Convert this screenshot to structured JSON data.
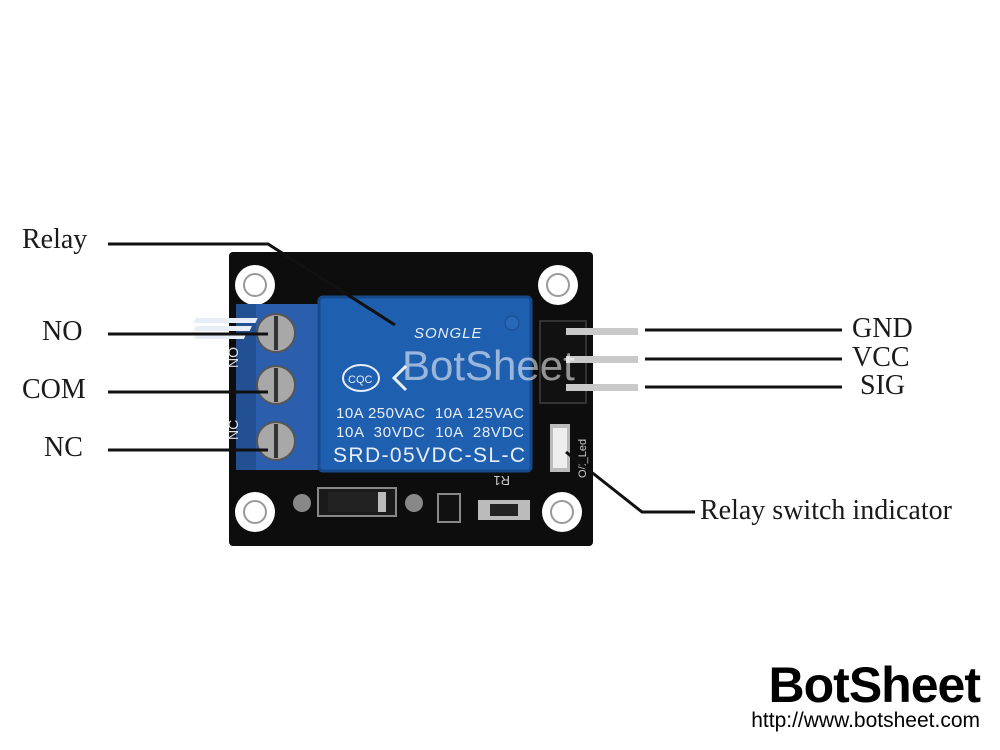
{
  "labels": {
    "relay": "Relay",
    "no": "NO",
    "com": "COM",
    "nc": "NC",
    "gnd": "GND",
    "vcc": "VCC",
    "sig": "SIG",
    "indicator": "Relay switch indicator"
  },
  "relay_print": {
    "brand": "SONGLE",
    "cert": "CQC",
    "rating_line1": "10A 250VAC  10A 125VAC",
    "rating_line2": "10A  30VDC  10A  28VDC",
    "model": "SRD-05VDC-SL-C"
  },
  "silkscreen": {
    "no": "NO",
    "nc": "NC",
    "r1": "R1",
    "led": "O/I_Led"
  },
  "watermark": "BotSheet",
  "branding": {
    "name": "BotSheet",
    "url": "http://www.botsheet.com"
  },
  "colors": {
    "pcb": "#0d0d0d",
    "relay_blue": "#1f5fb0",
    "terminal_blue": "#2b5fae",
    "pin_silver": "#c9c9c9",
    "text": "#1a1a1a"
  }
}
